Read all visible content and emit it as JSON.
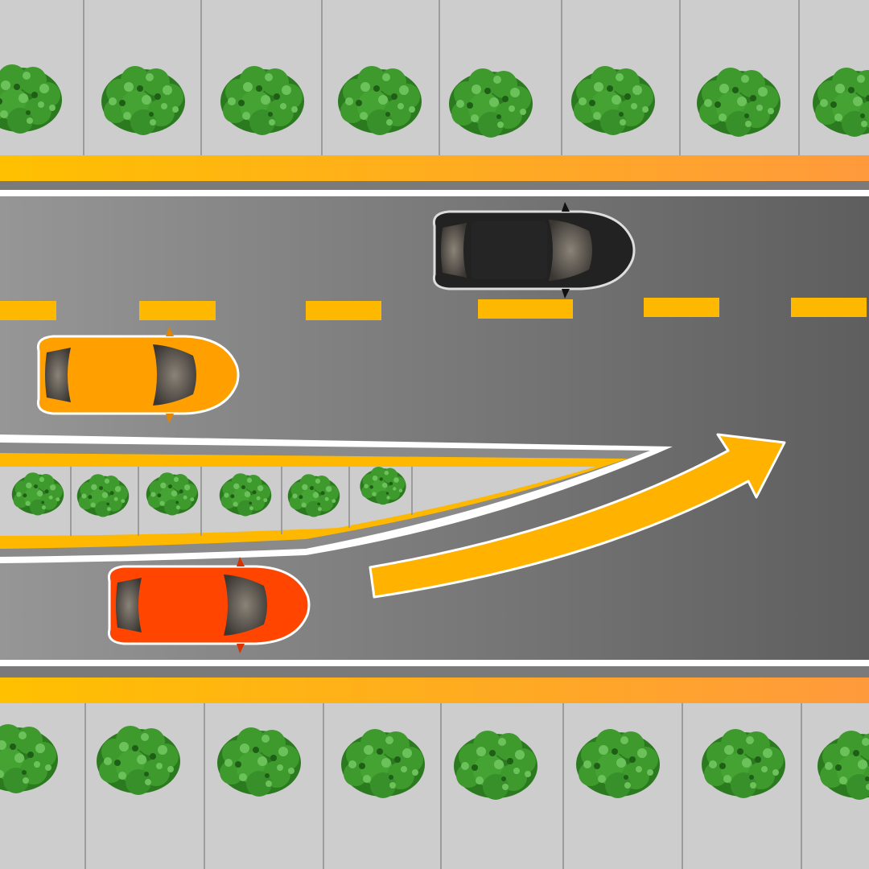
{
  "scene": {
    "description_type": "road-merge-diagram",
    "sidewalk_color": "#cdcdcd",
    "sidewalk_joint_color": "#9c9c9c",
    "curb_gradient": [
      "#ffc000",
      "#ff9a3c"
    ],
    "road_gradient": [
      "#969696",
      "#5e5e5e"
    ],
    "lane_line_color": "#ffffff",
    "center_dash_color": "#ffb800",
    "bush_colors": [
      "#2c7a1f",
      "#3f9a2e",
      "#6cc25a"
    ]
  },
  "vehicles": [
    {
      "id": "black-car",
      "body_color": "#222222",
      "trim_color": "#111111",
      "direction": "right"
    },
    {
      "id": "orange-car",
      "body_color": "#ffa000",
      "trim_color": "#e08600",
      "direction": "right"
    },
    {
      "id": "red-car",
      "body_color": "#ff4500",
      "trim_color": "#d83200",
      "direction": "right"
    }
  ],
  "arrow": {
    "color": "#ffb300",
    "outline": "#ffffff",
    "meaning": "merge-left"
  }
}
